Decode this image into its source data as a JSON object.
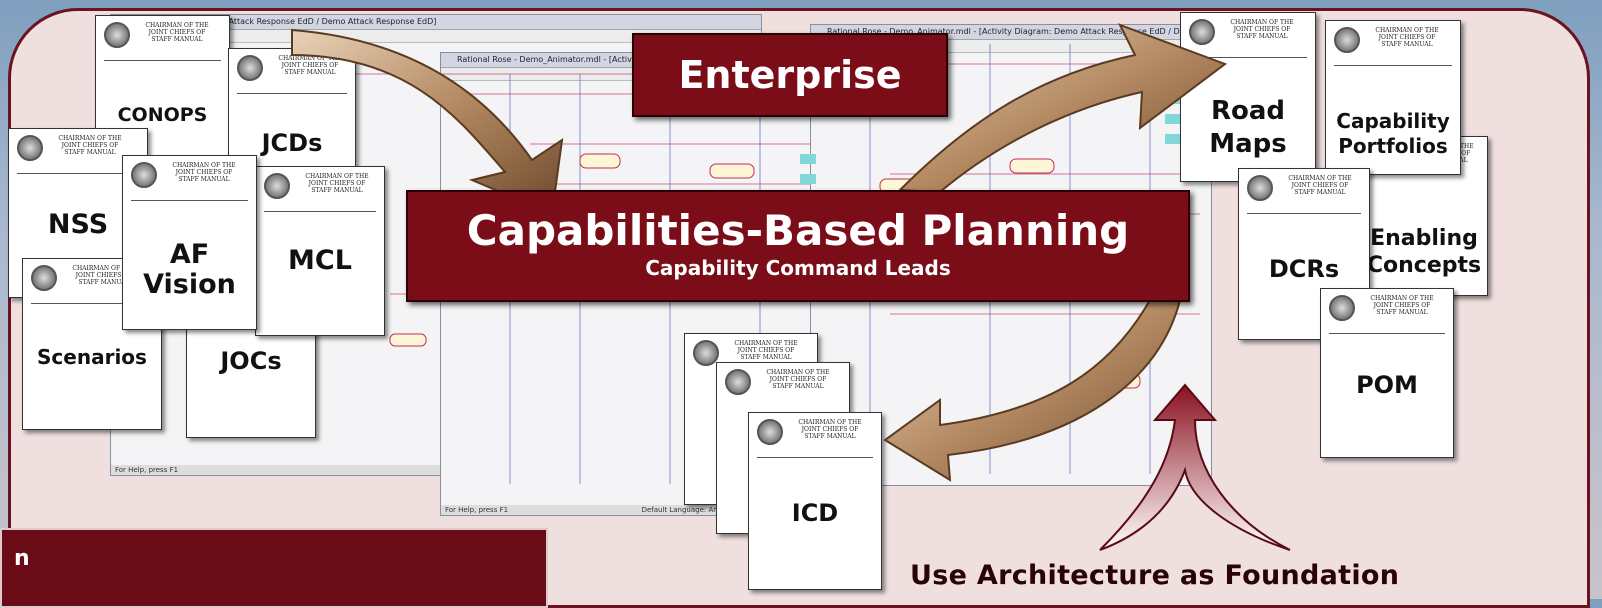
{
  "banners": {
    "enterprise": "Enterprise",
    "cbp_title": "Capabilities-Based Planning",
    "cbp_subtitle": "Capability Command Leads"
  },
  "foundation_text": "Use Architecture as Foundation",
  "bottom_bar_text": "n",
  "doc_header": "CHAIRMAN OF THE JOINT CHIEFS OF STAFF MANUAL",
  "documents": {
    "conops": "CONOPS",
    "jcds": "JCDs",
    "nss": "NSS",
    "af_vision_1": "AF",
    "af_vision_2": "Vision",
    "mcl": "MCL",
    "scenarios": "Scenarios",
    "jocs": "JOCs",
    "road_maps_1": "Road",
    "road_maps_2": "Maps",
    "cap_portfolios_1": "Capability",
    "cap_portfolios_2": "Portfolios",
    "dcrs": "DCRs",
    "enabling_1": "Enabling",
    "enabling_2": "Concepts",
    "pom": "POM",
    "icd": "ICD"
  },
  "screens": {
    "win1_title": "[Activity Diagram: Demo Attack Response EdD / Demo Attack Response EdD]",
    "win2_title": "Rational Rose - Demo_Animator.mdl - [Activity Diagram: Demo Attack Response",
    "win3_title": "Rational Rose - Demo_Animator.mdl - [Activity Diagram: Demo Attack Response EdD / Demo Attack Response EdD]",
    "status_help": "For Help, press F1",
    "status_lang": "Default Language: Analysis"
  },
  "colors": {
    "maroon": "#7a0d18",
    "arrow_tan": "#b48a63",
    "frame_fill": "#efdfdf"
  }
}
